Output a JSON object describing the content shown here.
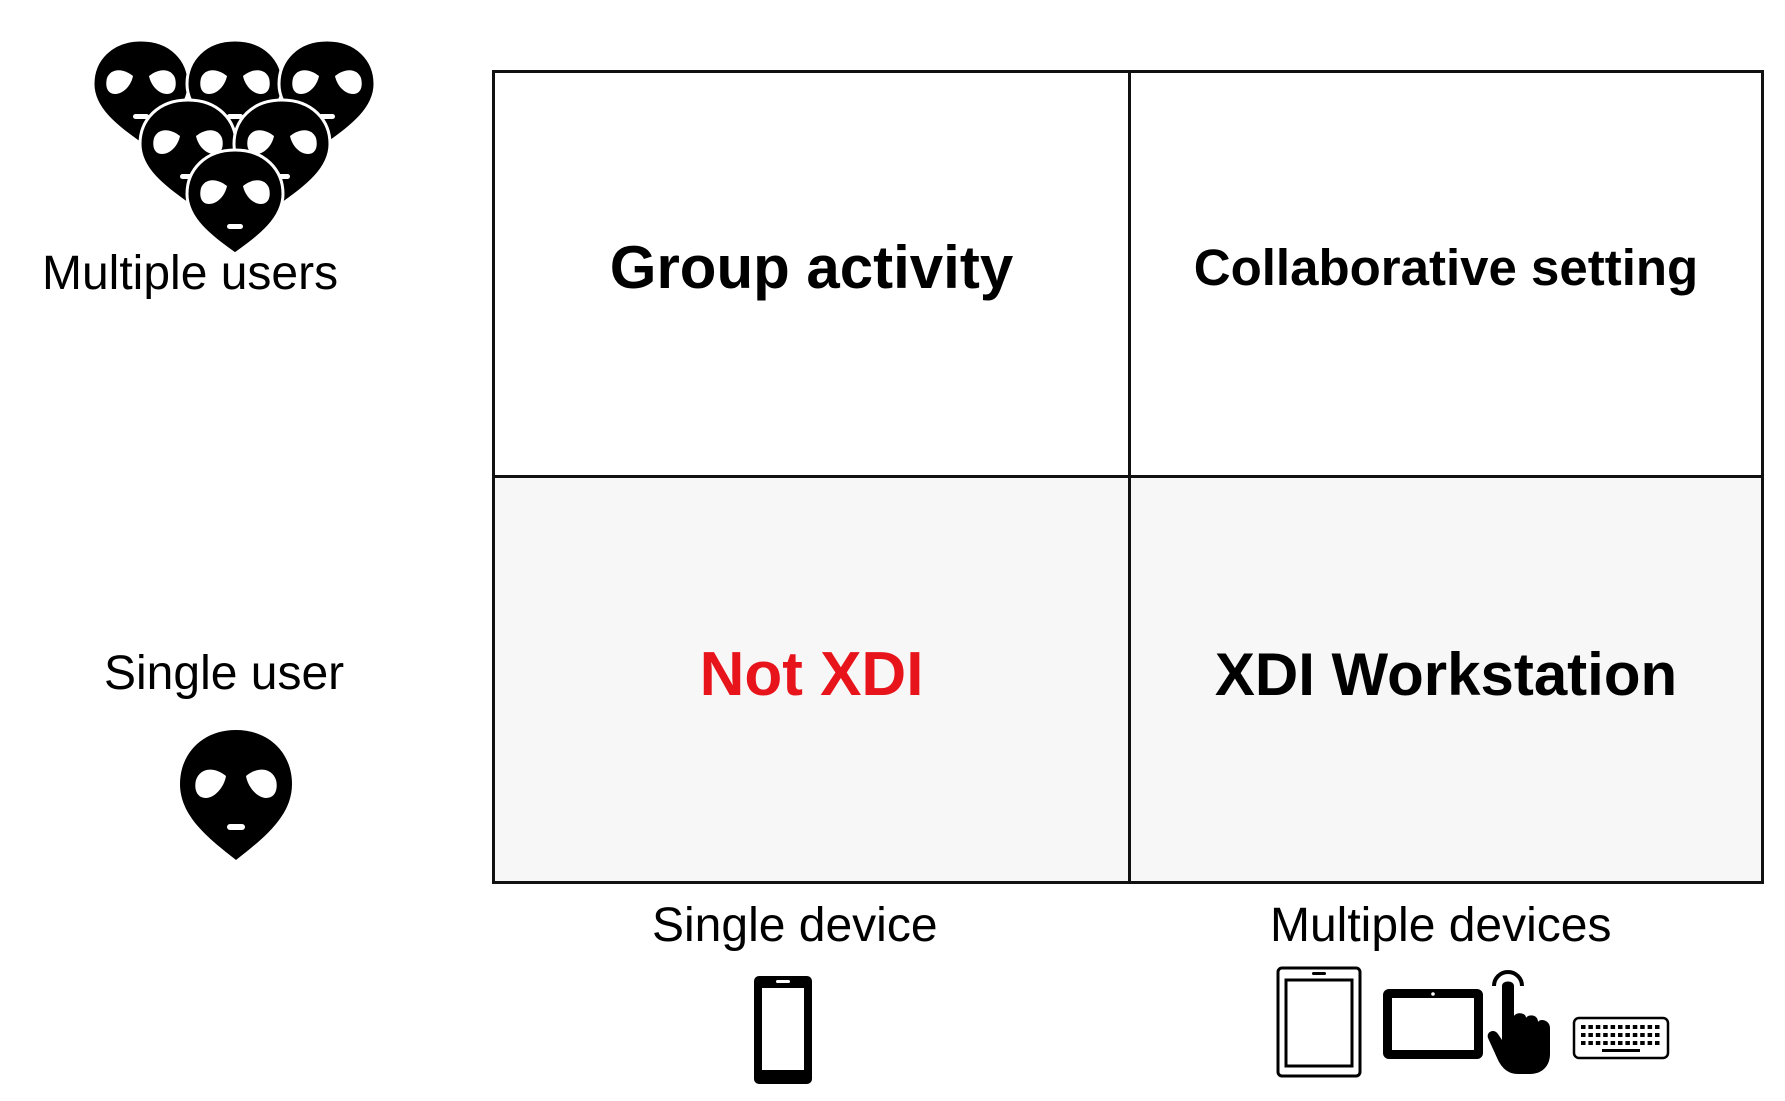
{
  "y_axis": {
    "top_label": "Multiple users",
    "bottom_label": "Single user",
    "top_icon": "alien-group-icon",
    "bottom_icon": "alien-head-icon"
  },
  "x_axis": {
    "left_label": "Single device",
    "right_label": "Multiple devices",
    "left_icon": "smartphone-icon",
    "right_icons": [
      "tablet-icon",
      "laptop-screen-icon",
      "touch-hand-icon",
      "keyboard-icon"
    ]
  },
  "quadrants": {
    "top_left": "Group activity",
    "top_right": "Collaborative setting",
    "bottom_left": "Not XDI",
    "bottom_right": "XDI Workstation"
  },
  "colors": {
    "highlight": "#e8141b",
    "bottom_row_fill": "#f7f7f7",
    "line": "#111111"
  }
}
